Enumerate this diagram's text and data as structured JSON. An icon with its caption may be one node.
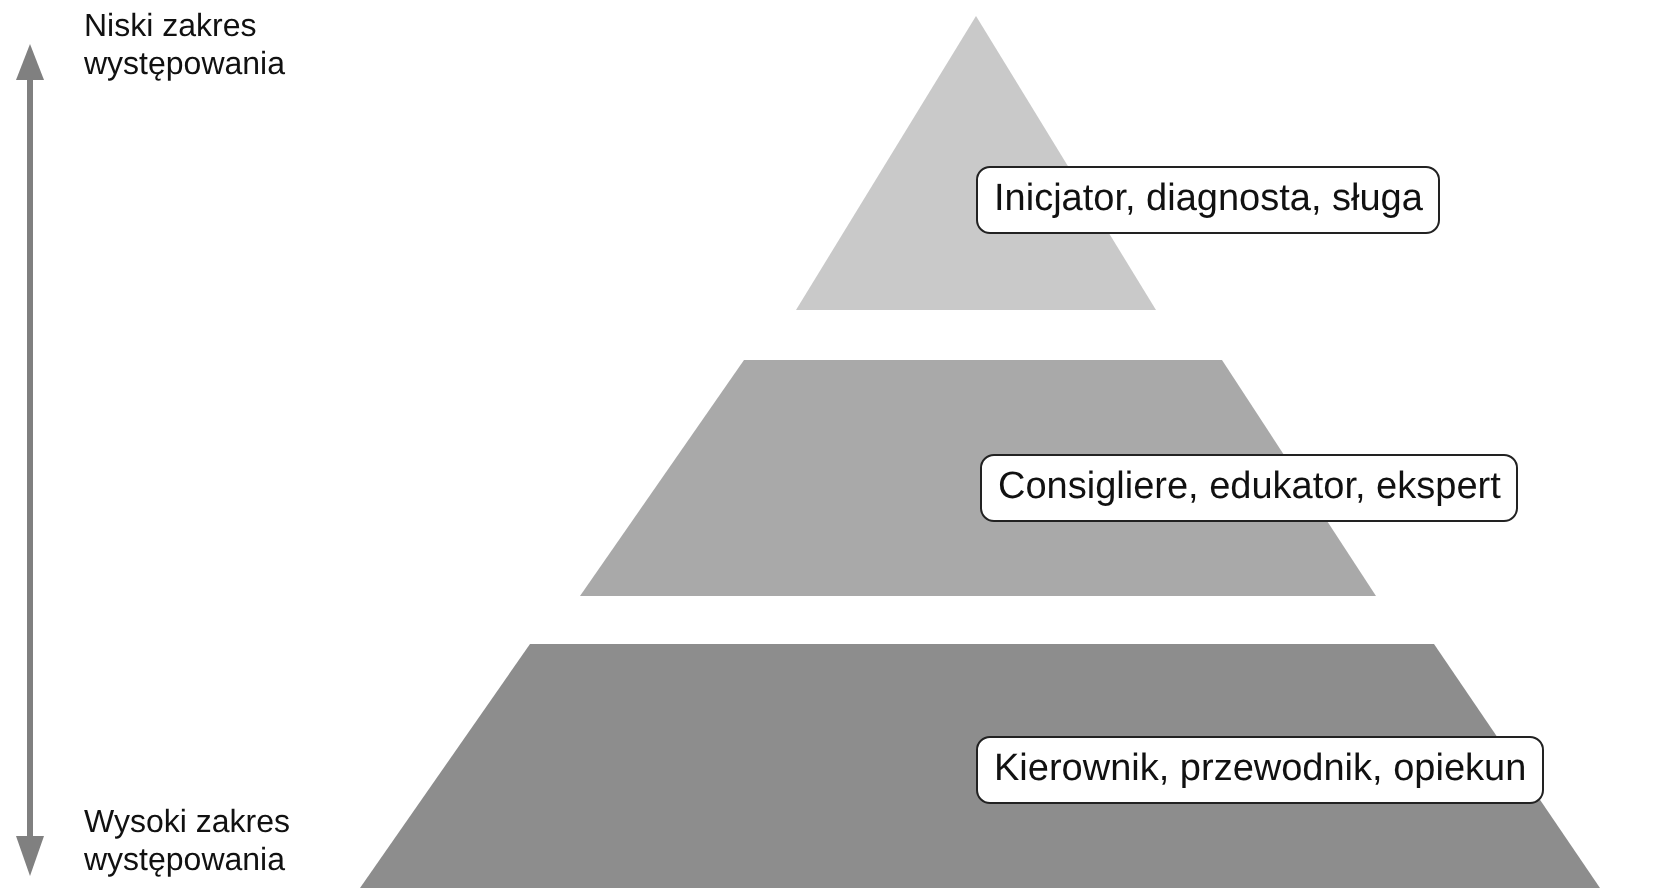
{
  "diagram": {
    "nodes": [
      {
        "text": [
          "Inicjator, diagnosta, sługa"
        ]
      },
      {
        "text": [
          "Consigliere, edukator, ekspert"
        ]
      },
      {
        "text": [
          "Kierownik, przewodnik, opiekun"
        ]
      }
    ],
    "labels": [
      "Niski zakres występowania",
      "Wysoki zakres występowania"
    ]
  }
}
